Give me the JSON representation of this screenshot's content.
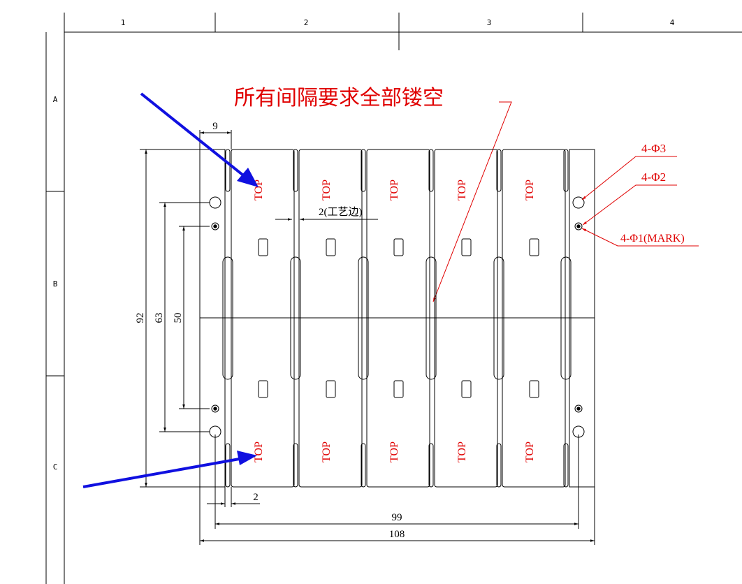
{
  "frame": {
    "columns": [
      "1",
      "2",
      "3",
      "4"
    ],
    "rows": [
      "A",
      "B",
      "C"
    ]
  },
  "annotations": {
    "title_note": "所有间隔要求全部镂空",
    "hole_3": "4-Φ3",
    "hole_2": "4-Φ2",
    "hole_1": "4-Φ1(MARK)",
    "process_edge": "2(工艺边)"
  },
  "dimensions": {
    "edge_width": "9",
    "height_92": "92",
    "spacing_63": "63",
    "spacing_50": "50",
    "gap_2": "2",
    "width_99": "99",
    "width_108": "108"
  },
  "board": {
    "label": "TOP",
    "columns": 5
  },
  "colors": {
    "outline": "#000000",
    "annotation": "#e00000",
    "arrow": "#1010e0"
  }
}
